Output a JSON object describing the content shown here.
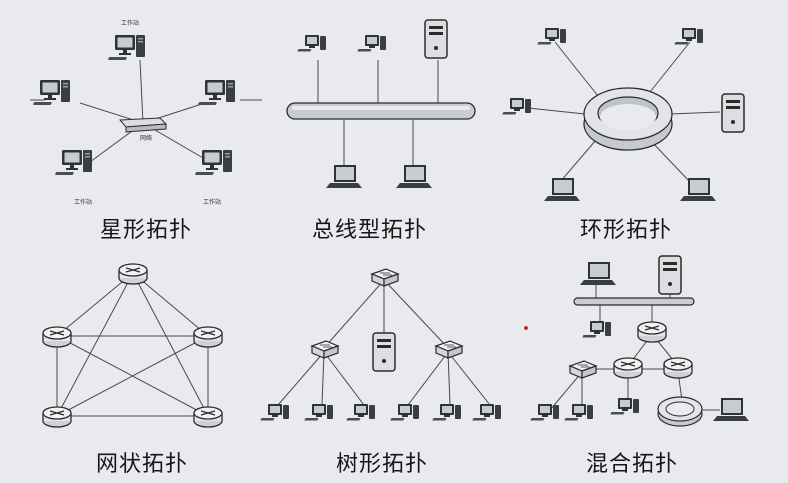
{
  "panels": {
    "star": {
      "caption": "星形拓扑",
      "label_top": "工作站",
      "label_hub": "网络",
      "label_bl": "工作站",
      "label_br": "工作站"
    },
    "bus": {
      "caption": "总线型拓扑"
    },
    "ring": {
      "caption": "环形拓扑"
    },
    "mesh": {
      "caption": "网状拓扑"
    },
    "tree": {
      "caption": "树形拓扑"
    },
    "hybrid": {
      "caption": "混合拓扑"
    }
  },
  "colors": {
    "background": "#e8eaee",
    "line": "#4a4a4a",
    "device_dark": "#2f3338",
    "device_light": "#d9dbde",
    "accent_dot": "#c03030"
  }
}
